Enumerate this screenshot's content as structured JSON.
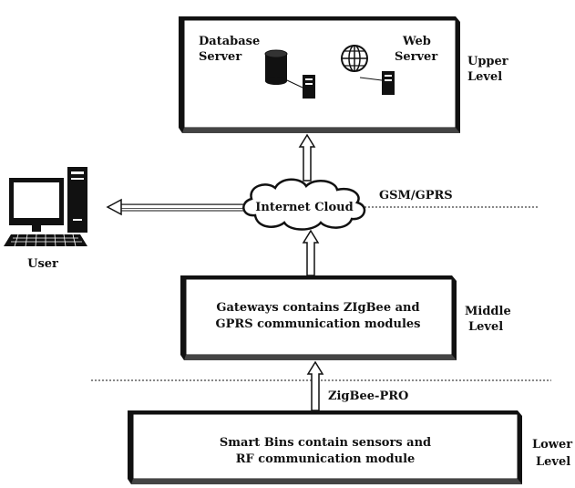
{
  "upper_box": {
    "database_server_line1": "Database",
    "database_server_line2": "Server",
    "web_server_line1": "Web",
    "web_server_line2": "Server"
  },
  "upper_level_label": {
    "line1": "Upper",
    "line2": "Level"
  },
  "internet_cloud_label": "Internet Cloud",
  "gsm_gprs_label": "GSM/GPRS",
  "user_label": "User",
  "middle_box": {
    "line1": "Gateways contains ZIgBee and",
    "line2": "GPRS communication modules"
  },
  "middle_level_label": {
    "line1": "Middle",
    "line2": "Level"
  },
  "zigbee_pro_label": "ZigBee-PRO",
  "lower_box": {
    "line1": "Smart Bins contain sensors and",
    "line2": "RF communication module"
  },
  "lower_level_label": {
    "line1": "Lower",
    "line2": "Level"
  },
  "icons": [
    "database-icon",
    "server-tower-icon",
    "globe-icon",
    "server-tower-icon",
    "computer-icon"
  ],
  "colors": {
    "ink": "#111111",
    "background": "#ffffff"
  }
}
